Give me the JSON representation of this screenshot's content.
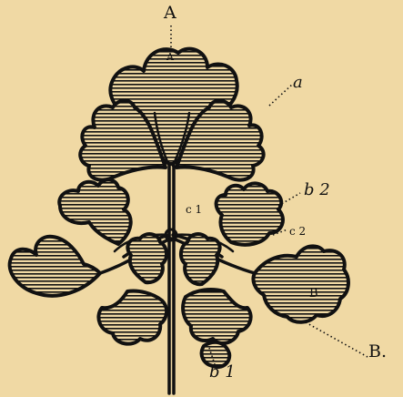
{
  "labels": {
    "top_outer": "A",
    "top_inner": "A",
    "a": "a",
    "b2": "b 2",
    "c1": "c 1",
    "c2": "c 2",
    "inner_B": "B",
    "outer_B": "B.",
    "b1": "b 1"
  },
  "colors": {
    "paper": "#f0d9a4",
    "ink": "#111111"
  }
}
